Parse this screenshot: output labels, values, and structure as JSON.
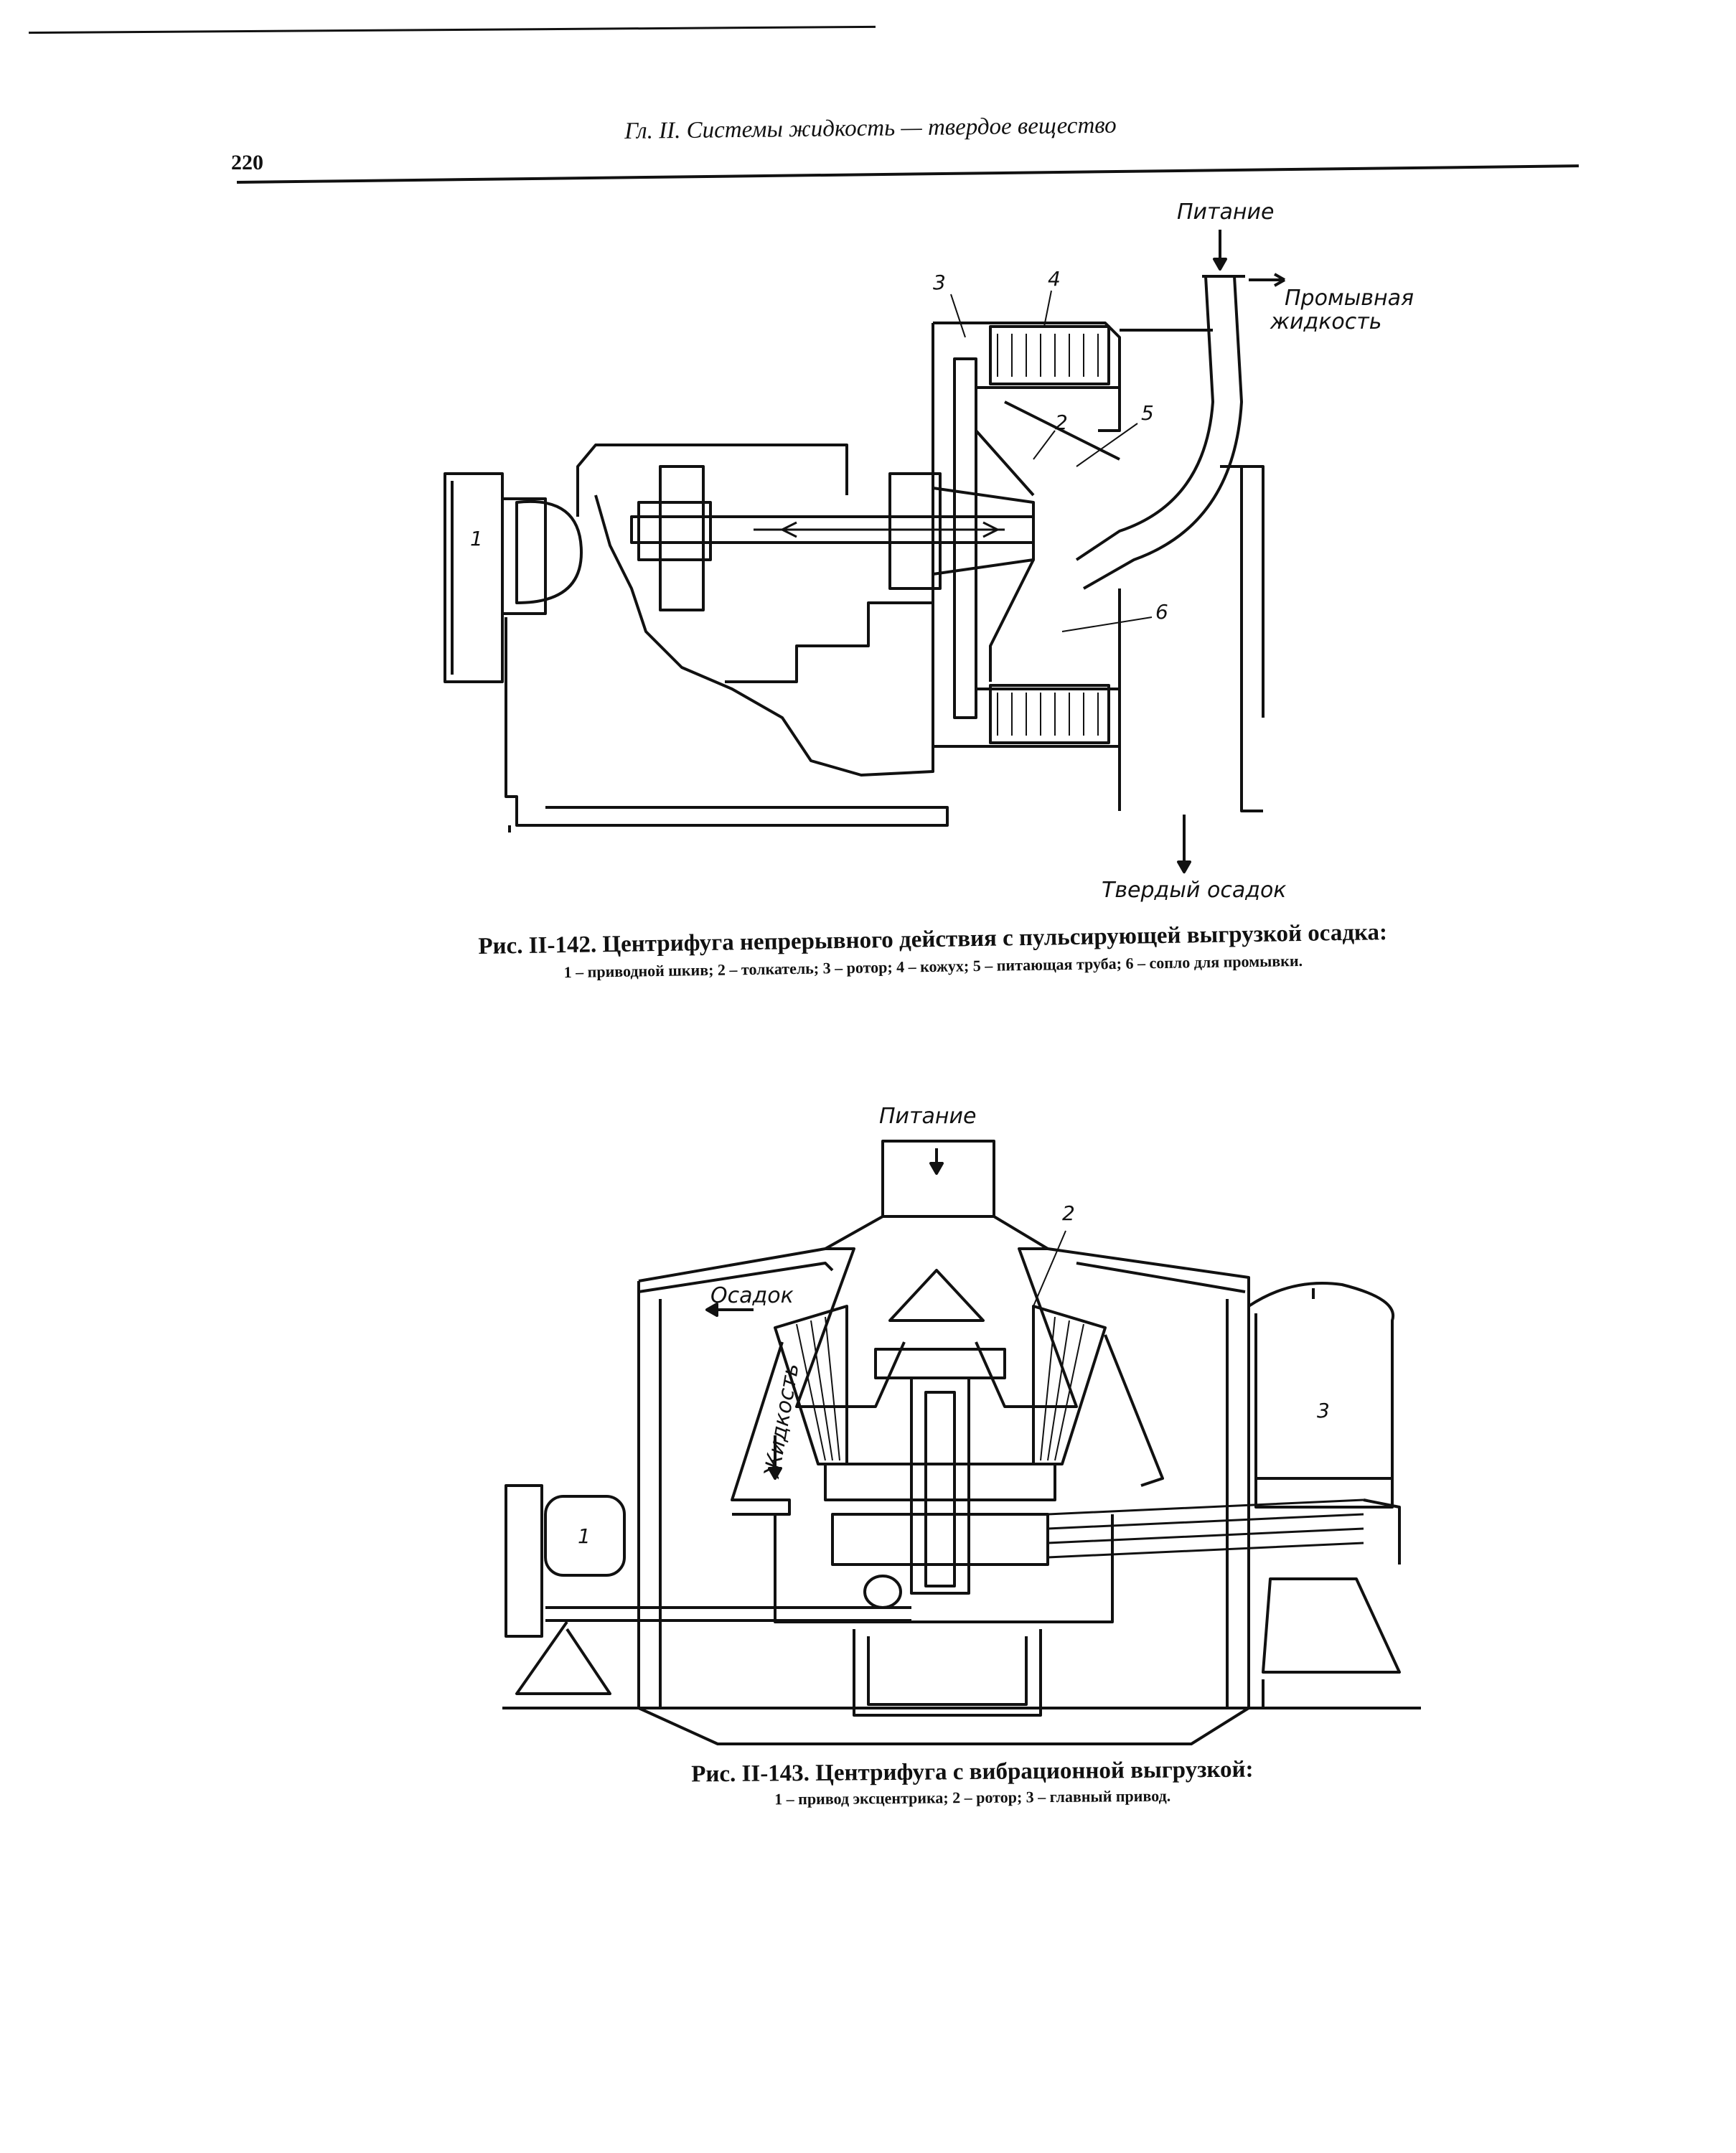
{
  "header": {
    "page_number": "220",
    "running_title": "Гл. II. Системы жидкость — твердое вещество"
  },
  "figure_142": {
    "labels": {
      "feed": "Питание",
      "wash_liquid_1": "Промывная",
      "wash_liquid_2": "жидкость",
      "solid": "Твердый осадок",
      "n1": "1",
      "n2": "2",
      "n3": "3",
      "n4": "4",
      "n5": "5",
      "n6": "6"
    },
    "caption_title": "Рис. II-142. Центрифуга непрерывного действия с пульсирующей выгрузкой осадка:",
    "caption_legend": "1 – приводной шкив; 2 – толкатель; 3 – ротор; 4 – кожух; 5 – питающая труба; 6 – сопло для промывки."
  },
  "figure_143": {
    "labels": {
      "feed": "Питание",
      "sediment": "Осадок",
      "liquid": "Жидкость",
      "n1": "1",
      "n2": "2",
      "n3": "3"
    },
    "caption_title": "Рис. II-143. Центрифуга с вибрационной выгрузкой:",
    "caption_legend": "1 – привод эксцентрика; 2 – ротор; 3 – главный привод."
  }
}
